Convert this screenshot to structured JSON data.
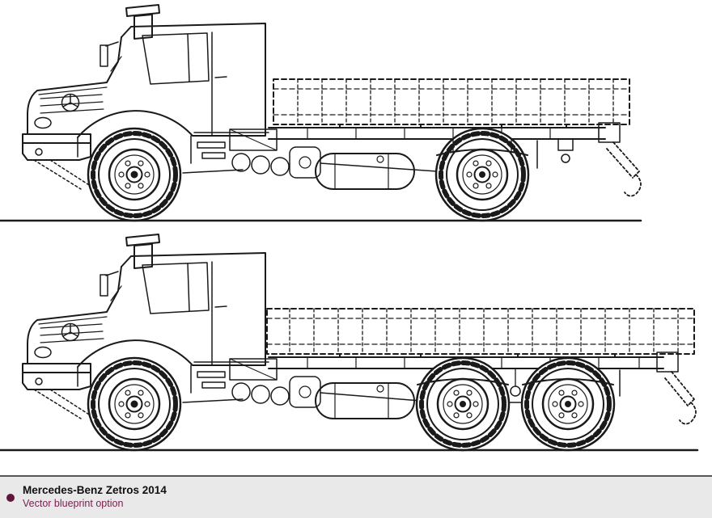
{
  "footer": {
    "title": "Mercedes-Benz Zetros 2014",
    "subtitle": "Vector blueprint option",
    "accent_color": "#7a2150",
    "icon_color": "#5f163a",
    "background": "#e9e9e9"
  },
  "drawings": {
    "top": {
      "label": "Mercedes-Benz Zetros 4x4 flatbed chassis, side view, 2 axles"
    },
    "bottom": {
      "label": "Mercedes-Benz Zetros 6x6 flatbed chassis, side view, 3 axles"
    }
  }
}
